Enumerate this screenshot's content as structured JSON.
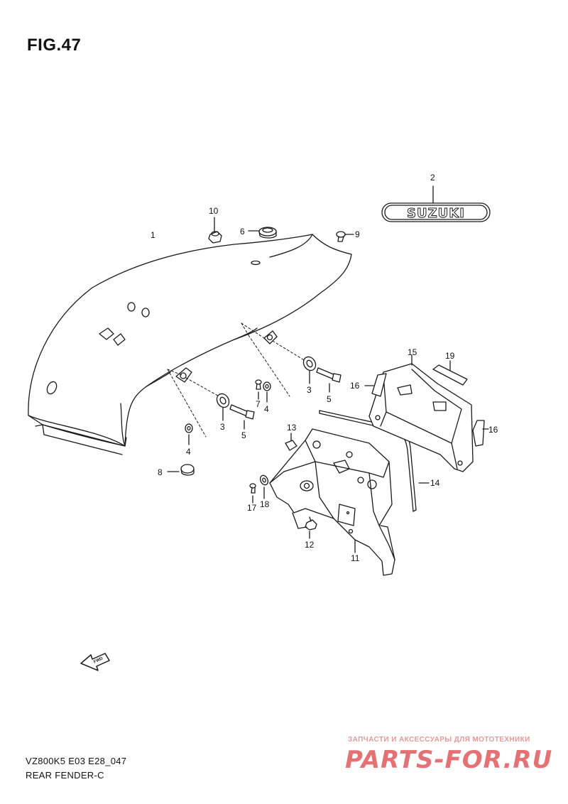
{
  "figure": {
    "title": "FIG.47",
    "model_code": "VZ800K5 E03 E28_047",
    "section_name": "REAR FENDER-C"
  },
  "emblem_text": "SUZUKI",
  "fwd_arrow_text": "FWD",
  "callouts": [
    "1",
    "2",
    "3",
    "3",
    "4",
    "4",
    "4",
    "5",
    "5",
    "6",
    "7",
    "8",
    "9",
    "10",
    "11",
    "12",
    "13",
    "14",
    "15",
    "16",
    "16",
    "17",
    "18",
    "19"
  ],
  "watermark": {
    "caption": "ЗАПЧАСТИ И АКСЕССУАРЫ ДЛЯ МОТОТЕХНИКИ",
    "brand": "PARTS-FOR.RU"
  }
}
